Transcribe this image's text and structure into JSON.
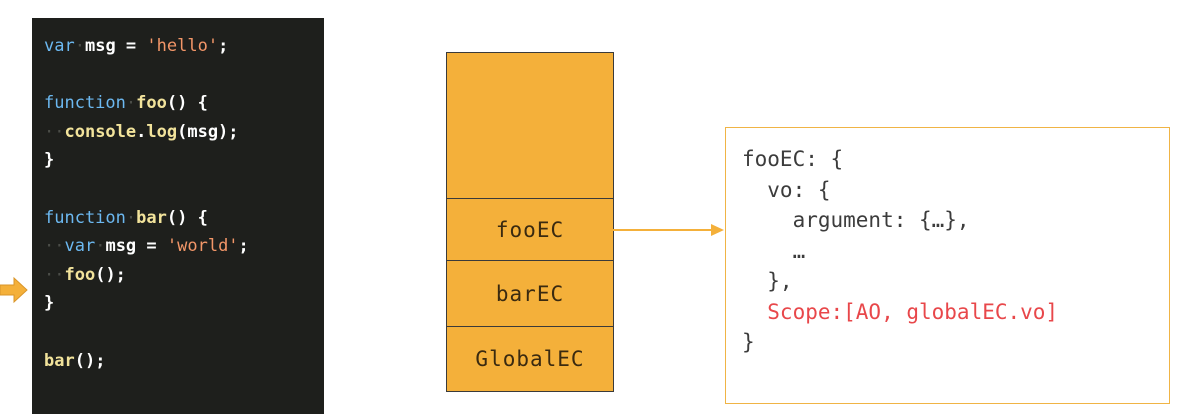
{
  "code": {
    "line1": {
      "kw": "var",
      "name": "msg",
      "op": " = ",
      "str": "'hello'",
      "end": ";"
    },
    "line3": {
      "kw": "function",
      "name": "foo",
      "rest": "() {"
    },
    "line4": {
      "obj": "console",
      "dot": ".",
      "method": "log",
      "rest": "(msg);"
    },
    "line5": "}",
    "line7": {
      "kw": "function",
      "name": "bar",
      "rest": "() {"
    },
    "line8": {
      "kw": "var",
      "name": "msg",
      "op": " = ",
      "str": "'world'",
      "end": ";"
    },
    "line9": {
      "name": "foo",
      "rest": "();"
    },
    "line10": "}",
    "line12": {
      "name": "bar",
      "rest": "();"
    }
  },
  "stack": {
    "frames": [
      "fooEC",
      "barEC",
      "GlobalEC"
    ]
  },
  "detail": {
    "line1": "fooEC: {",
    "line2": "  vo: {",
    "line3": "    argument: {…},",
    "line4": "    …",
    "line5": "  },",
    "line6": "  Scope:[AO, globalEC.vo]",
    "line7": "}"
  },
  "colors": {
    "stack_fill": "#f4b03a",
    "arrow": "#f4b03a",
    "scope_text": "#e8474a",
    "code_bg": "#1e1f1c"
  }
}
